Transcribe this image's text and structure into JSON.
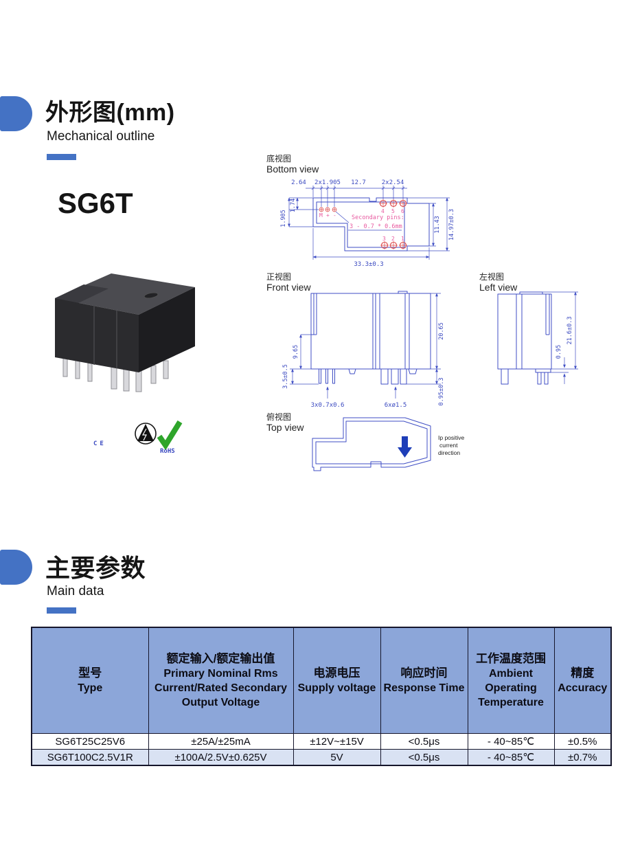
{
  "colors": {
    "accent": "#4472c4",
    "drawing": "#3f4ec4",
    "table_header": "#8ca6d9",
    "table_alt_row": "#d9e2f3",
    "magenta": "#e85aa0",
    "pin_red": "#dc4a4a",
    "rohs_green": "#2ea52b",
    "arrow_blue": "#1e3eb8"
  },
  "section_outline": {
    "title_zh": "外形图(mm)",
    "title_en": "Mechanical outline",
    "product": "SG6T",
    "cert": {
      "ce": "CE",
      "rohs": "RoHS"
    }
  },
  "views": {
    "bottom": {
      "zh": "底视图",
      "en": "Bottom view",
      "dim_top1": "2.64",
      "dim_top2": "2x1.905",
      "dim_top3": "12.7",
      "dim_top4": "2x2.54",
      "dim_left1": "1.905",
      "dim_left2": "1.74",
      "dim_right1": "11.43",
      "dim_right2": "14.97±0.3",
      "dim_bottom": "33.3±0.3",
      "note1": "Secondary pins:",
      "note2": "3 - 0.7 * 0.6mm",
      "pins_left": [
        "M",
        "+",
        "-"
      ],
      "pins_top": [
        "4",
        "5",
        "6"
      ],
      "pins_bot": [
        "3",
        "2",
        "1"
      ]
    },
    "front": {
      "zh": "正视图",
      "en": "Front view",
      "dim_left1": "9.65",
      "dim_left2": "3.5±0.5",
      "dim_right1": "20.65",
      "dim_right2": "0.95±0.3",
      "dim_pins_small": "3x0.7x0.6",
      "dim_pins_big": "6xø1.5"
    },
    "left": {
      "zh": "左视图",
      "en": "Left view",
      "dim_right1": "21.6±0.3",
      "dim_right2": "0.95"
    },
    "top": {
      "zh": "俯视图",
      "en": "Top view",
      "note_lines": [
        "Ip positive",
        "current",
        "direction"
      ]
    }
  },
  "section_main": {
    "title_zh": "主要参数",
    "title_en": "Main data"
  },
  "table": {
    "headers": [
      {
        "zh": "型号",
        "en": "Type"
      },
      {
        "zh": "额定输入/额定输出值",
        "en": "Primary Nominal Rms Current/Rated Secondary Output Voltage"
      },
      {
        "zh": "电源电压",
        "en": "Supply voltage"
      },
      {
        "zh": "响应时间",
        "en": "Response Time"
      },
      {
        "zh": "工作温度范围",
        "en": "Ambient Operating Temperature"
      },
      {
        "zh": "精度",
        "en": "Accuracy"
      }
    ],
    "rows": [
      [
        "SG6T25C25V6",
        "±25A/±25mA",
        "±12V~±15V",
        "<0.5μs",
        "- 40~85℃",
        "±0.5%"
      ],
      [
        "SG6T100C2.5V1R",
        "±100A/2.5V±0.625V",
        "5V",
        "<0.5μs",
        "- 40~85℃",
        "±0.7%"
      ]
    ]
  }
}
